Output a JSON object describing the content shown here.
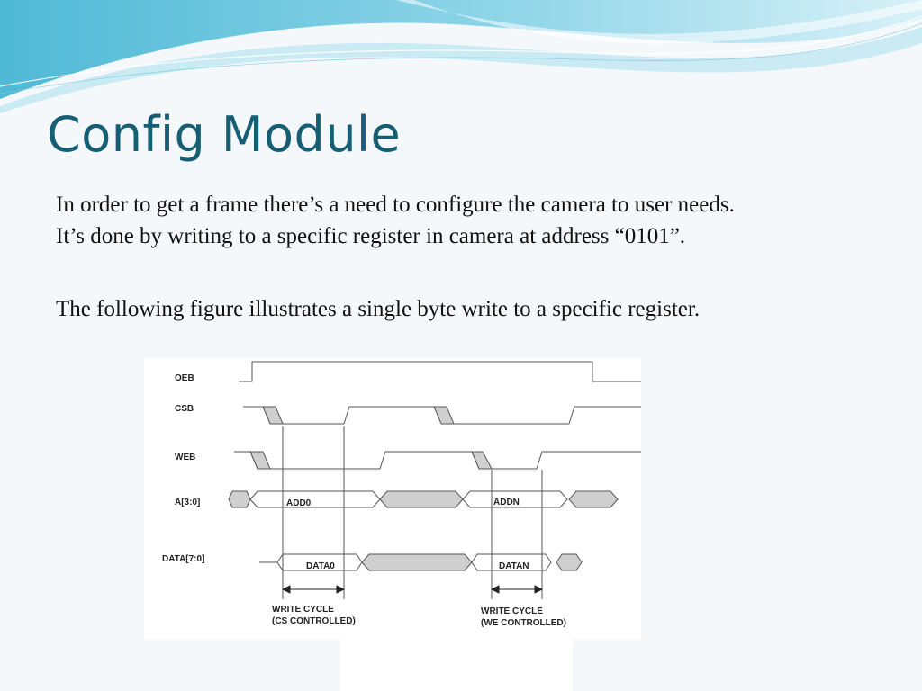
{
  "slide": {
    "title": "Config Module",
    "bullets": [
      "In order to get a frame there’s a need to configure the camera to user needs.",
      "It’s done by writing to a specific register in camera at address “0101”.",
      "The following figure illustrates a single byte write to a specific register."
    ]
  },
  "figure": {
    "signals": [
      "OEB",
      "CSB",
      "WEB",
      "A[3:0]",
      "DATA[7:0]"
    ],
    "bus_labels": {
      "add0": "ADD0",
      "addn": "ADDN",
      "data0": "DATA0",
      "datan": "DATAN"
    },
    "cycles": [
      {
        "line1": "WRITE CYCLE",
        "line2": "(CS CONTROLLED)"
      },
      {
        "line1": "WRITE CYCLE",
        "line2": "(WE CONTROLLED)"
      }
    ]
  },
  "colors": {
    "title": "#165e74",
    "wave_top": "#5ec4dc",
    "wave_light": "#b9e6f2",
    "hatch": "#cfcfcf"
  }
}
